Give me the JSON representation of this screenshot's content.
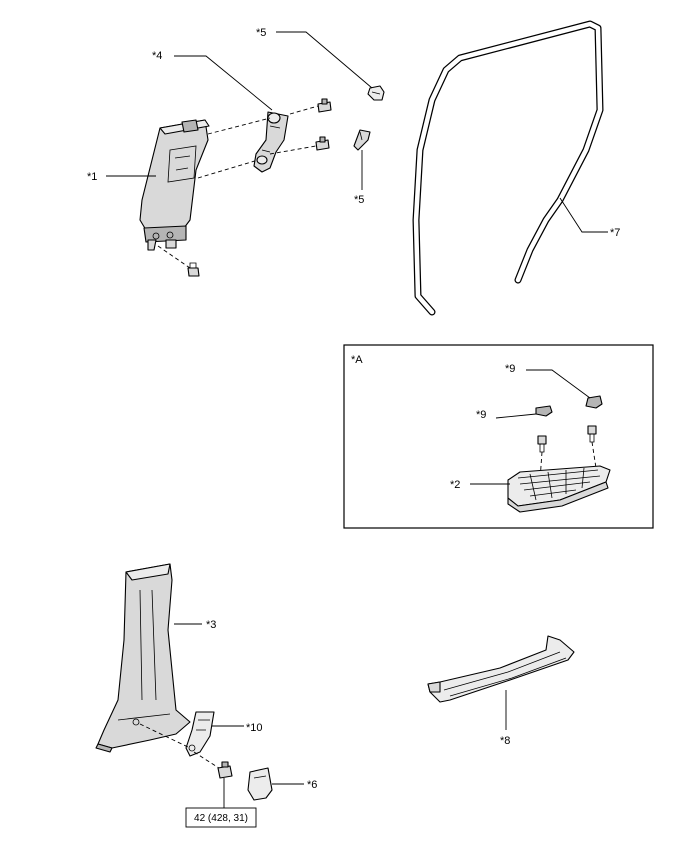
{
  "labels": {
    "l1": "*1",
    "l2": "*2",
    "l3": "*3",
    "l4": "*4",
    "l5a": "*5",
    "l5b": "*5",
    "l6": "*6",
    "l7": "*7",
    "l8": "*8",
    "l9a": "*9",
    "l9b": "*9",
    "l10": "*10"
  },
  "inset": {
    "label": "*A"
  },
  "torque": {
    "text": "42 (428, 31)"
  }
}
